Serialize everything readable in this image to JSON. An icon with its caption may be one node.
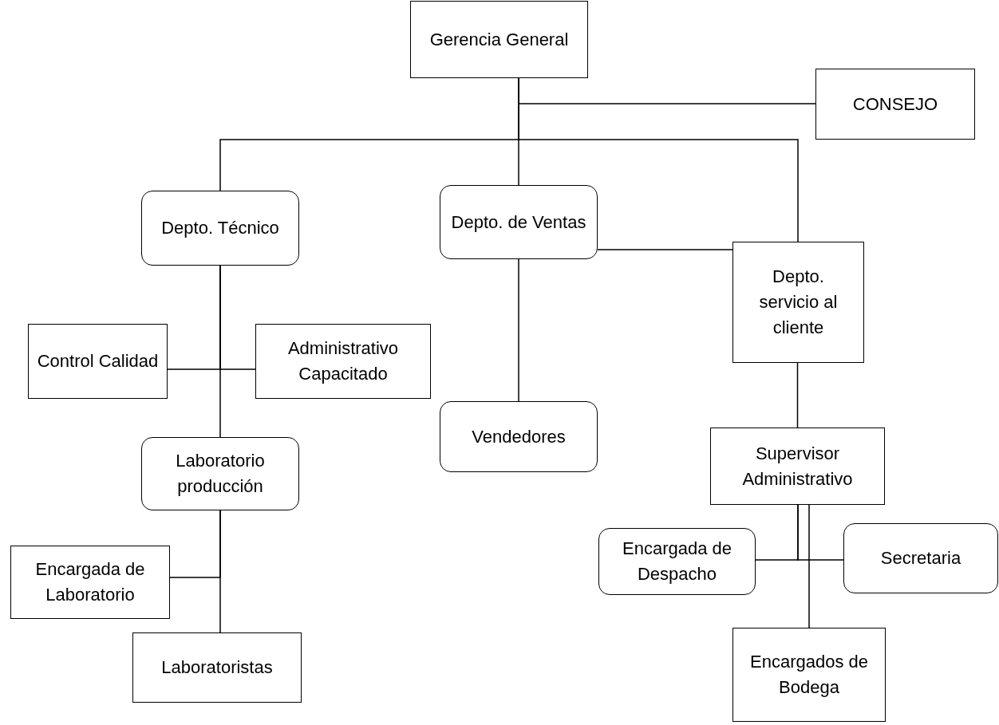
{
  "diagram": {
    "nodes": [
      {
        "text": [
          "Gerencia General"
        ]
      },
      {
        "text": [
          "CONSEJO"
        ]
      },
      {
        "text": [
          "Depto. Técnico"
        ]
      },
      {
        "text": [
          "Depto. de Ventas"
        ]
      },
      {
        "text": [
          "Depto. servicio al cliente"
        ]
      },
      {
        "text": [
          "Control Calidad"
        ]
      },
      {
        "text": [
          "Administrativo Capacitado"
        ]
      },
      {
        "text": [
          "Vendedores"
        ]
      },
      {
        "text": [
          "Laboratorio producción"
        ]
      },
      {
        "text": [
          "Supervisor Administrativo"
        ]
      },
      {
        "text": [
          "Encargada de Laboratorio"
        ]
      },
      {
        "text": [
          "Encargada de Despacho"
        ]
      },
      {
        "text": [
          "Secretaria"
        ]
      },
      {
        "text": [
          "Laboratoristas"
        ]
      },
      {
        "text": [
          "Encargados de Bodega"
        ]
      }
    ],
    "edges": [
      {
        "from": 0,
        "to": 1,
        "arrow": "none"
      },
      {
        "from": 0,
        "to": 2,
        "arrow": "none"
      },
      {
        "from": 0,
        "to": 3,
        "arrow": "none"
      },
      {
        "from": 0,
        "to": 4,
        "arrow": "none"
      },
      {
        "from": 3,
        "to": 4,
        "arrow": "none"
      },
      {
        "from": 2,
        "to": 5,
        "arrow": "none"
      },
      {
        "from": 2,
        "to": 6,
        "arrow": "none"
      },
      {
        "from": 2,
        "to": 8,
        "arrow": "none"
      },
      {
        "from": 3,
        "to": 7,
        "arrow": "none"
      },
      {
        "from": 4,
        "to": 9,
        "arrow": "none"
      },
      {
        "from": 8,
        "to": 10,
        "arrow": "none"
      },
      {
        "from": 8,
        "to": 13,
        "arrow": "none"
      },
      {
        "from": 9,
        "to": 11,
        "arrow": "none"
      },
      {
        "from": 9,
        "to": 12,
        "arrow": "none"
      },
      {
        "from": 9,
        "to": 14,
        "arrow": "none"
      }
    ]
  }
}
